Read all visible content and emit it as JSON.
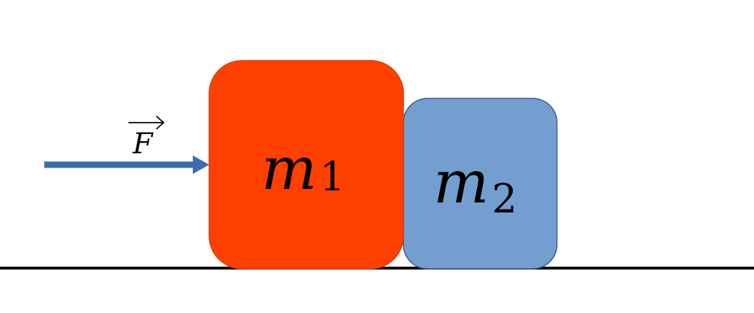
{
  "diagram": {
    "force": {
      "symbol": "F",
      "arrow_mark": "→",
      "color": "#3E6DAE"
    },
    "block1": {
      "symbol": "m",
      "subscript": "1",
      "fill": "#FF4000",
      "stroke": "#E03A00"
    },
    "block2": {
      "symbol": "m",
      "subscript": "2",
      "fill": "#729FCF",
      "stroke": "#3D5A80"
    },
    "ground": {
      "color": "#000000"
    }
  }
}
